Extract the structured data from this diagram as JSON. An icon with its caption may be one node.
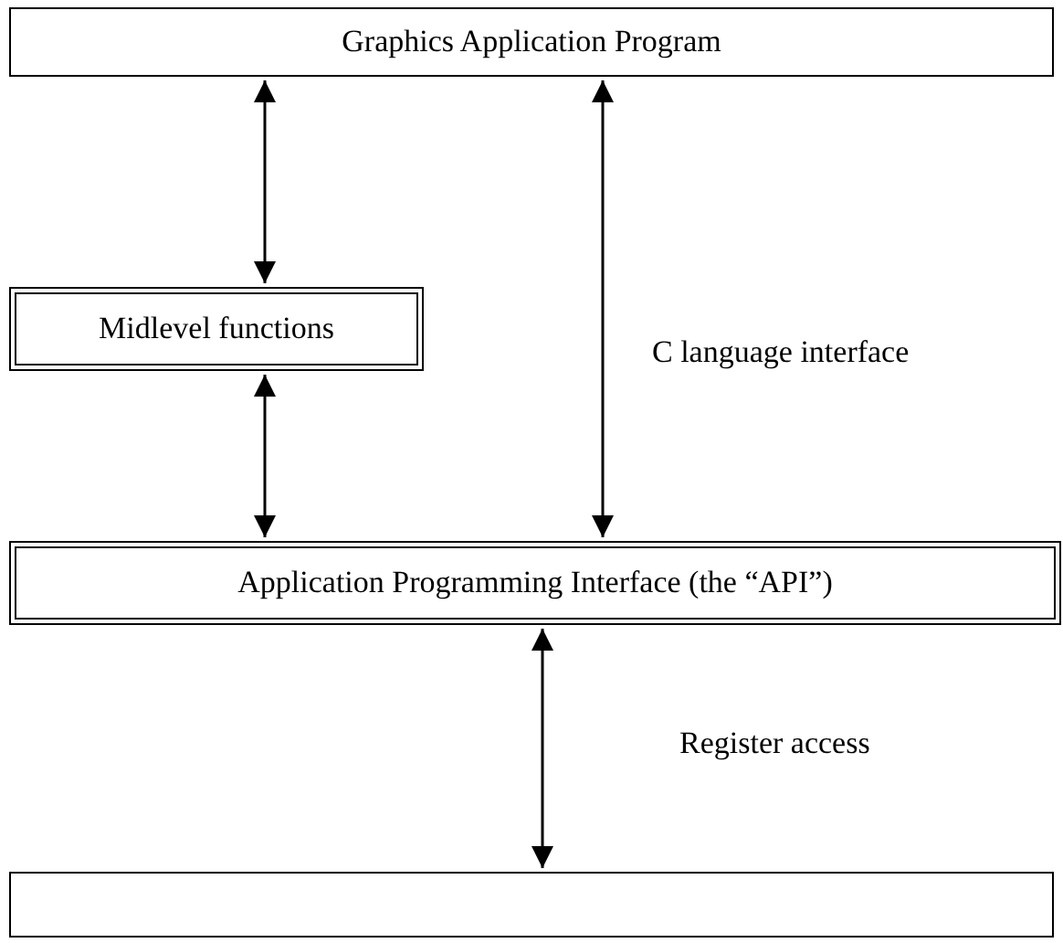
{
  "diagram": {
    "nodes": [
      {
        "text": [
          "Graphics Application Program"
        ]
      },
      {
        "text": [
          "Midlevel functions"
        ]
      },
      {
        "text": [
          "Application Programming Interface (the “API”)"
        ]
      },
      {
        "text": [],
        "shape": "box"
      }
    ],
    "edges": [
      {
        "from": 0,
        "to": 1,
        "arrow": "both"
      },
      {
        "from": 1,
        "to": 2,
        "arrow": "both"
      },
      {
        "from": 0,
        "to": 2,
        "arrow": "both"
      },
      {
        "from": 2,
        "to": 3,
        "arrow": "both"
      }
    ],
    "labels": [
      "C language interface",
      "Register access"
    ]
  }
}
